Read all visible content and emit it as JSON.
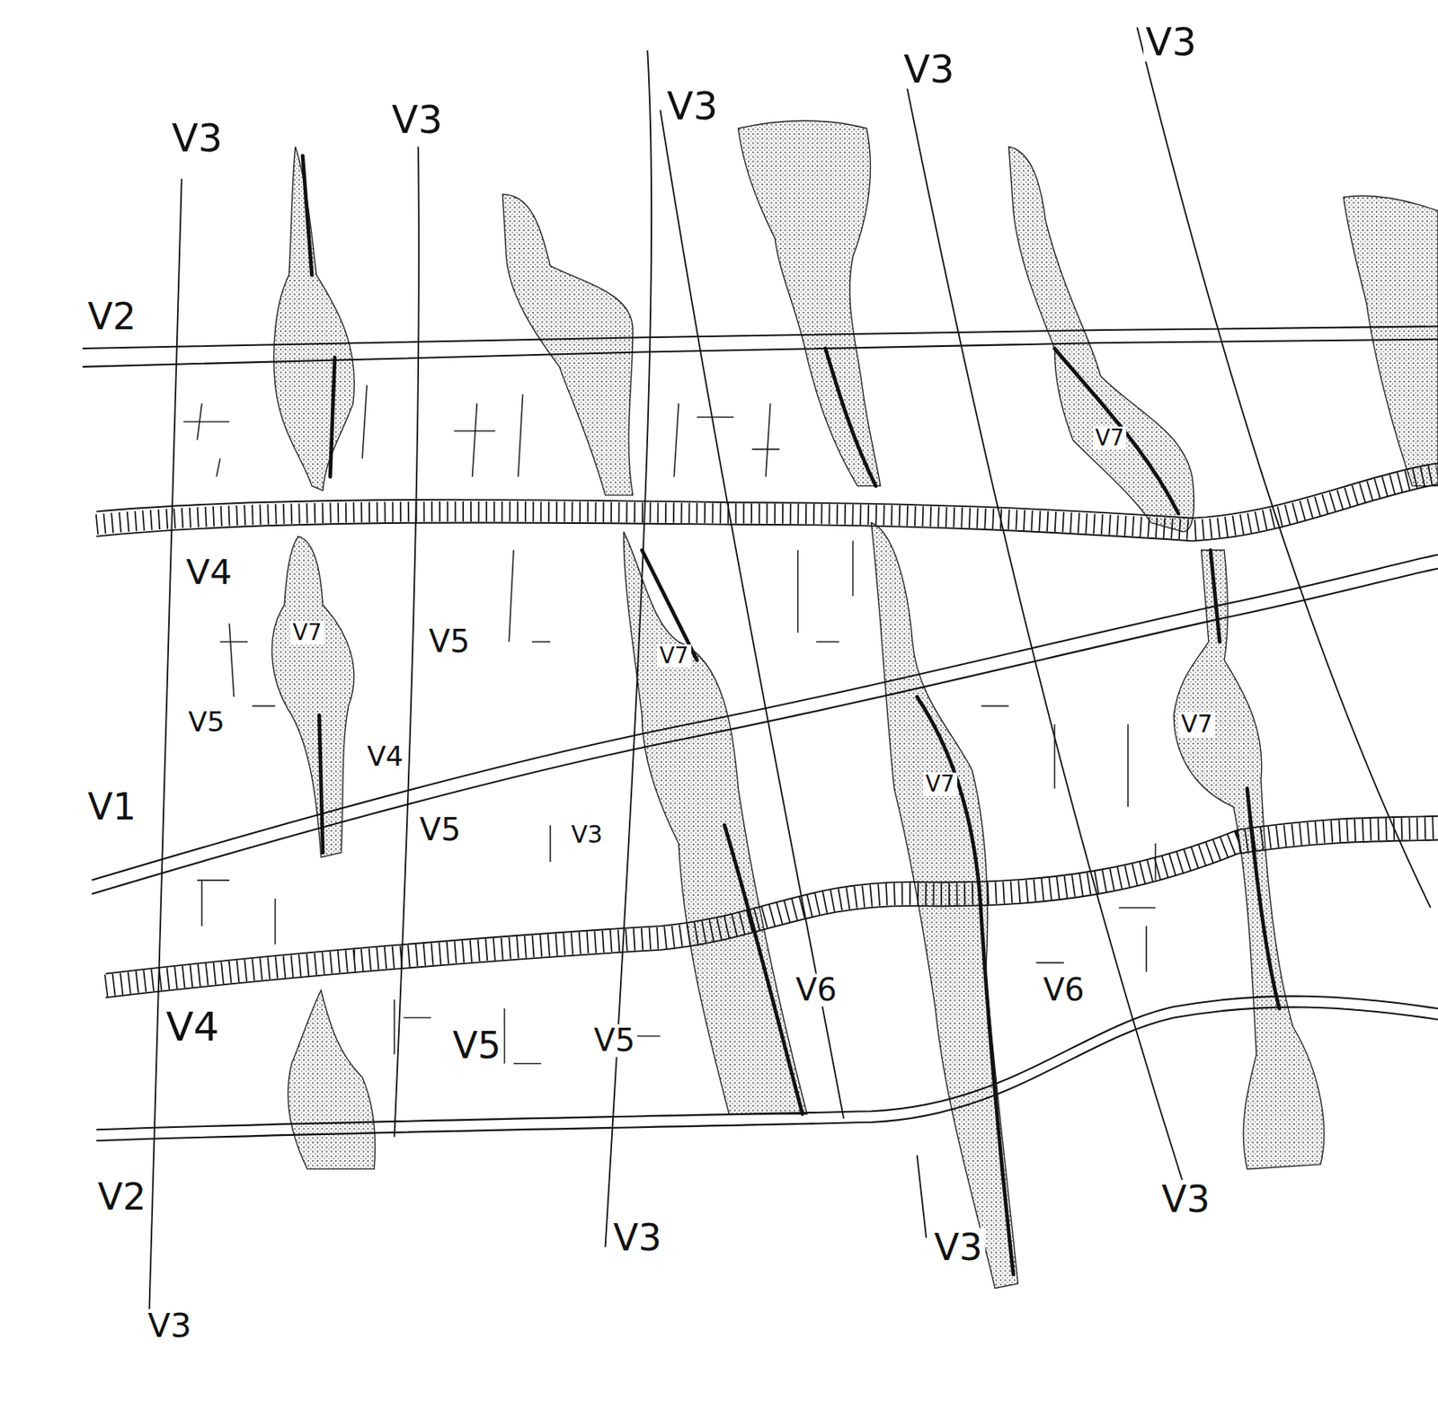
{
  "diagram": {
    "labels": [
      "V3",
      "V3",
      "V3",
      "V3",
      "V3",
      "V2",
      "V7",
      "V4",
      "V7",
      "V5",
      "V7",
      "V5",
      "V4",
      "V7",
      "V7",
      "V1",
      "V5",
      "V3",
      "V4",
      "V5",
      "V5",
      "V6",
      "V6",
      "V2",
      "V3",
      "V3",
      "V3",
      "V3"
    ]
  }
}
